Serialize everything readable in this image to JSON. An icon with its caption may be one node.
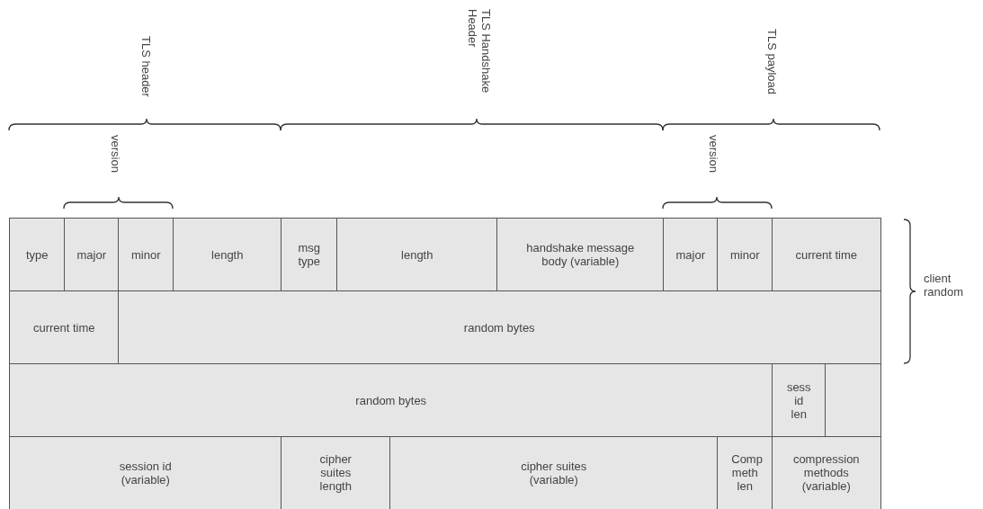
{
  "diagram": {
    "nodes": [
      {
        "text": [
          "type"
        ]
      },
      {
        "text": [
          "major"
        ]
      },
      {
        "text": [
          "minor"
        ]
      },
      {
        "text": [
          "length"
        ]
      },
      {
        "text": [
          "msg type"
        ]
      },
      {
        "text": [
          "length"
        ]
      },
      {
        "text": [
          "handshake message body (variable)"
        ]
      },
      {
        "text": [
          "major"
        ]
      },
      {
        "text": [
          "minor"
        ]
      },
      {
        "text": [
          "current time"
        ]
      },
      {
        "text": [
          "current time"
        ]
      },
      {
        "text": [
          "random bytes"
        ]
      },
      {
        "text": [
          "random bytes"
        ]
      },
      {
        "text": [
          "sess id len"
        ]
      },
      {
        "text": [],
        "shape": "box"
      },
      {
        "text": [
          "session id (variable)"
        ]
      },
      {
        "text": [
          "cipher suites length"
        ]
      },
      {
        "text": [
          "cipher suites (variable)"
        ]
      },
      {
        "text": [
          "Comp meth len"
        ]
      },
      {
        "text": [
          "compression methods (variable)"
        ]
      }
    ],
    "labels": [
      "TLS header",
      "TLS Handshake Header",
      "TLS payload",
      "version",
      "version",
      "client random"
    ]
  }
}
